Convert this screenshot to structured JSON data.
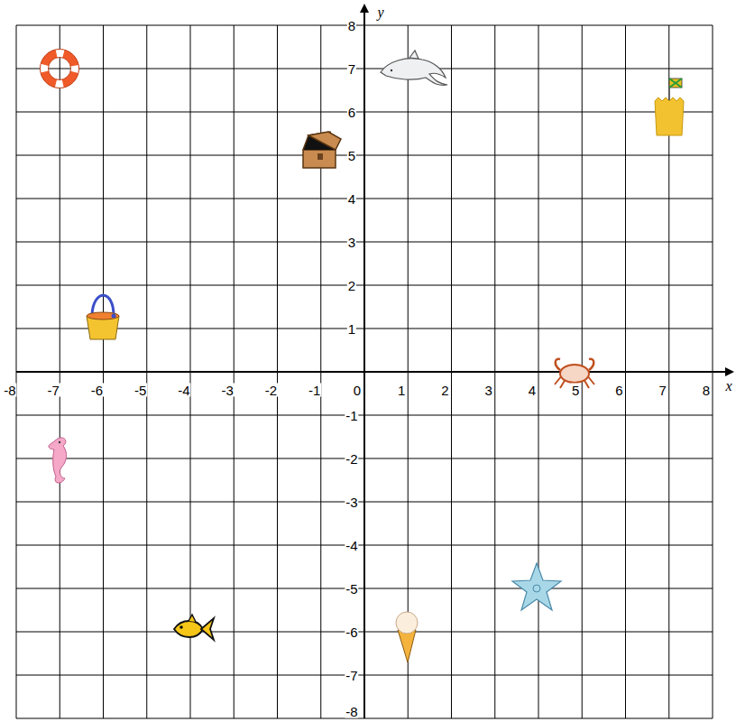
{
  "diagram": {
    "labels": [
      "-8",
      "-7",
      "-6",
      "-5",
      "-4",
      "-3",
      "-2",
      "-1",
      "0",
      "1",
      "2",
      "3",
      "4",
      "5",
      "6",
      "7",
      "8",
      "x",
      "8",
      "7",
      "6",
      "5",
      "4",
      "3",
      "2",
      "1",
      "-1",
      "-2",
      "-3",
      "-4",
      "-5",
      "-6",
      "-7",
      "-8",
      "y"
    ]
  }
}
